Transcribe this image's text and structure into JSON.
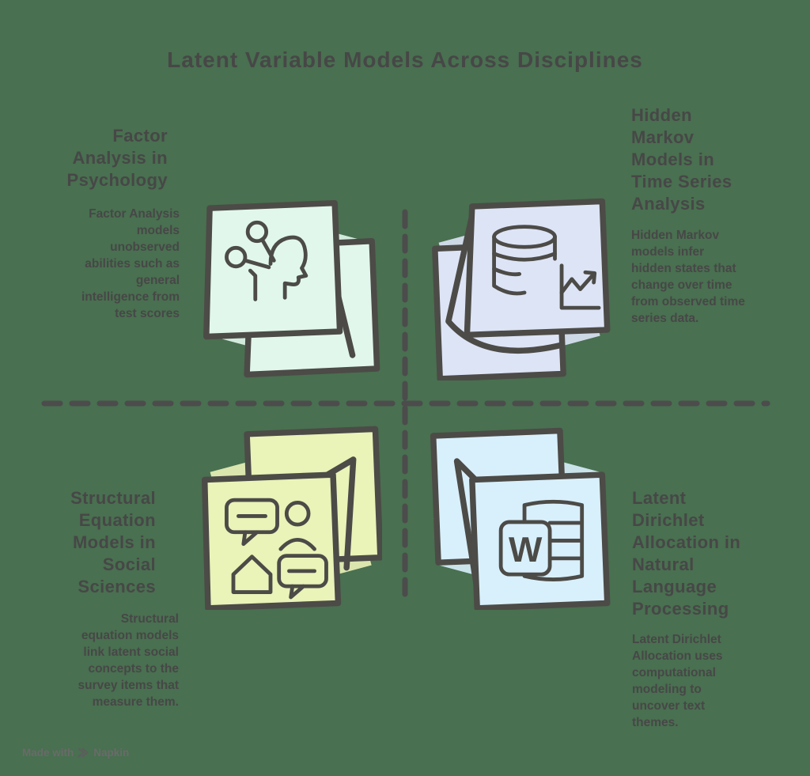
{
  "title": "Latent Variable Models Across Disciplines",
  "colors": {
    "background": "#497050",
    "text": "#474747",
    "outline": "#4c4b47",
    "divider": "#4c4c4c",
    "watermark": "#6a6a6a"
  },
  "quadrants": [
    {
      "id": "factor-analysis-psychology",
      "heading": "Factor\nAnalysis in\nPsychology",
      "body": "Factor Analysis\nmodels\nunobserved\nabilities such as\ngeneral\nintelligence from\ntest scores",
      "icon": "head-circuit-sticky-notes-icon",
      "note_color": "#e1f7eb"
    },
    {
      "id": "hidden-markov-time-series",
      "heading": "Hidden\nMarkov\nModels in\nTime Series\nAnalysis",
      "body": "Hidden Markov\nmodels infer\nhidden states that\nchange over time\nfrom observed time\nseries data.",
      "icon": "database-trend-sticky-notes-icon",
      "note_color": "#dde4f6"
    },
    {
      "id": "structural-equation-social-sciences",
      "heading": "Structural\nEquation\nModels in\nSocial\nSciences",
      "body": "Structural\nequation models\nlink latent social\nconcepts to the\nsurvey items that\nmeasure them.",
      "icon": "chat-survey-sticky-notes-icon",
      "note_color": "#eaf3b8"
    },
    {
      "id": "lda-natural-language-processing",
      "heading": "Latent\nDirichlet\nAllocation in\nNatural\nLanguage\nProcessing",
      "body": "Latent Dirichlet\nAllocation uses\ncomputational\nmodeling to\nuncover text\nthemes.",
      "icon": "word-document-sticky-notes-icon",
      "note_color": "#d8f0fc"
    }
  ],
  "watermark": {
    "prefix": "Made with",
    "brand": "Napkin",
    "logo": "napkin-scribble-icon"
  }
}
